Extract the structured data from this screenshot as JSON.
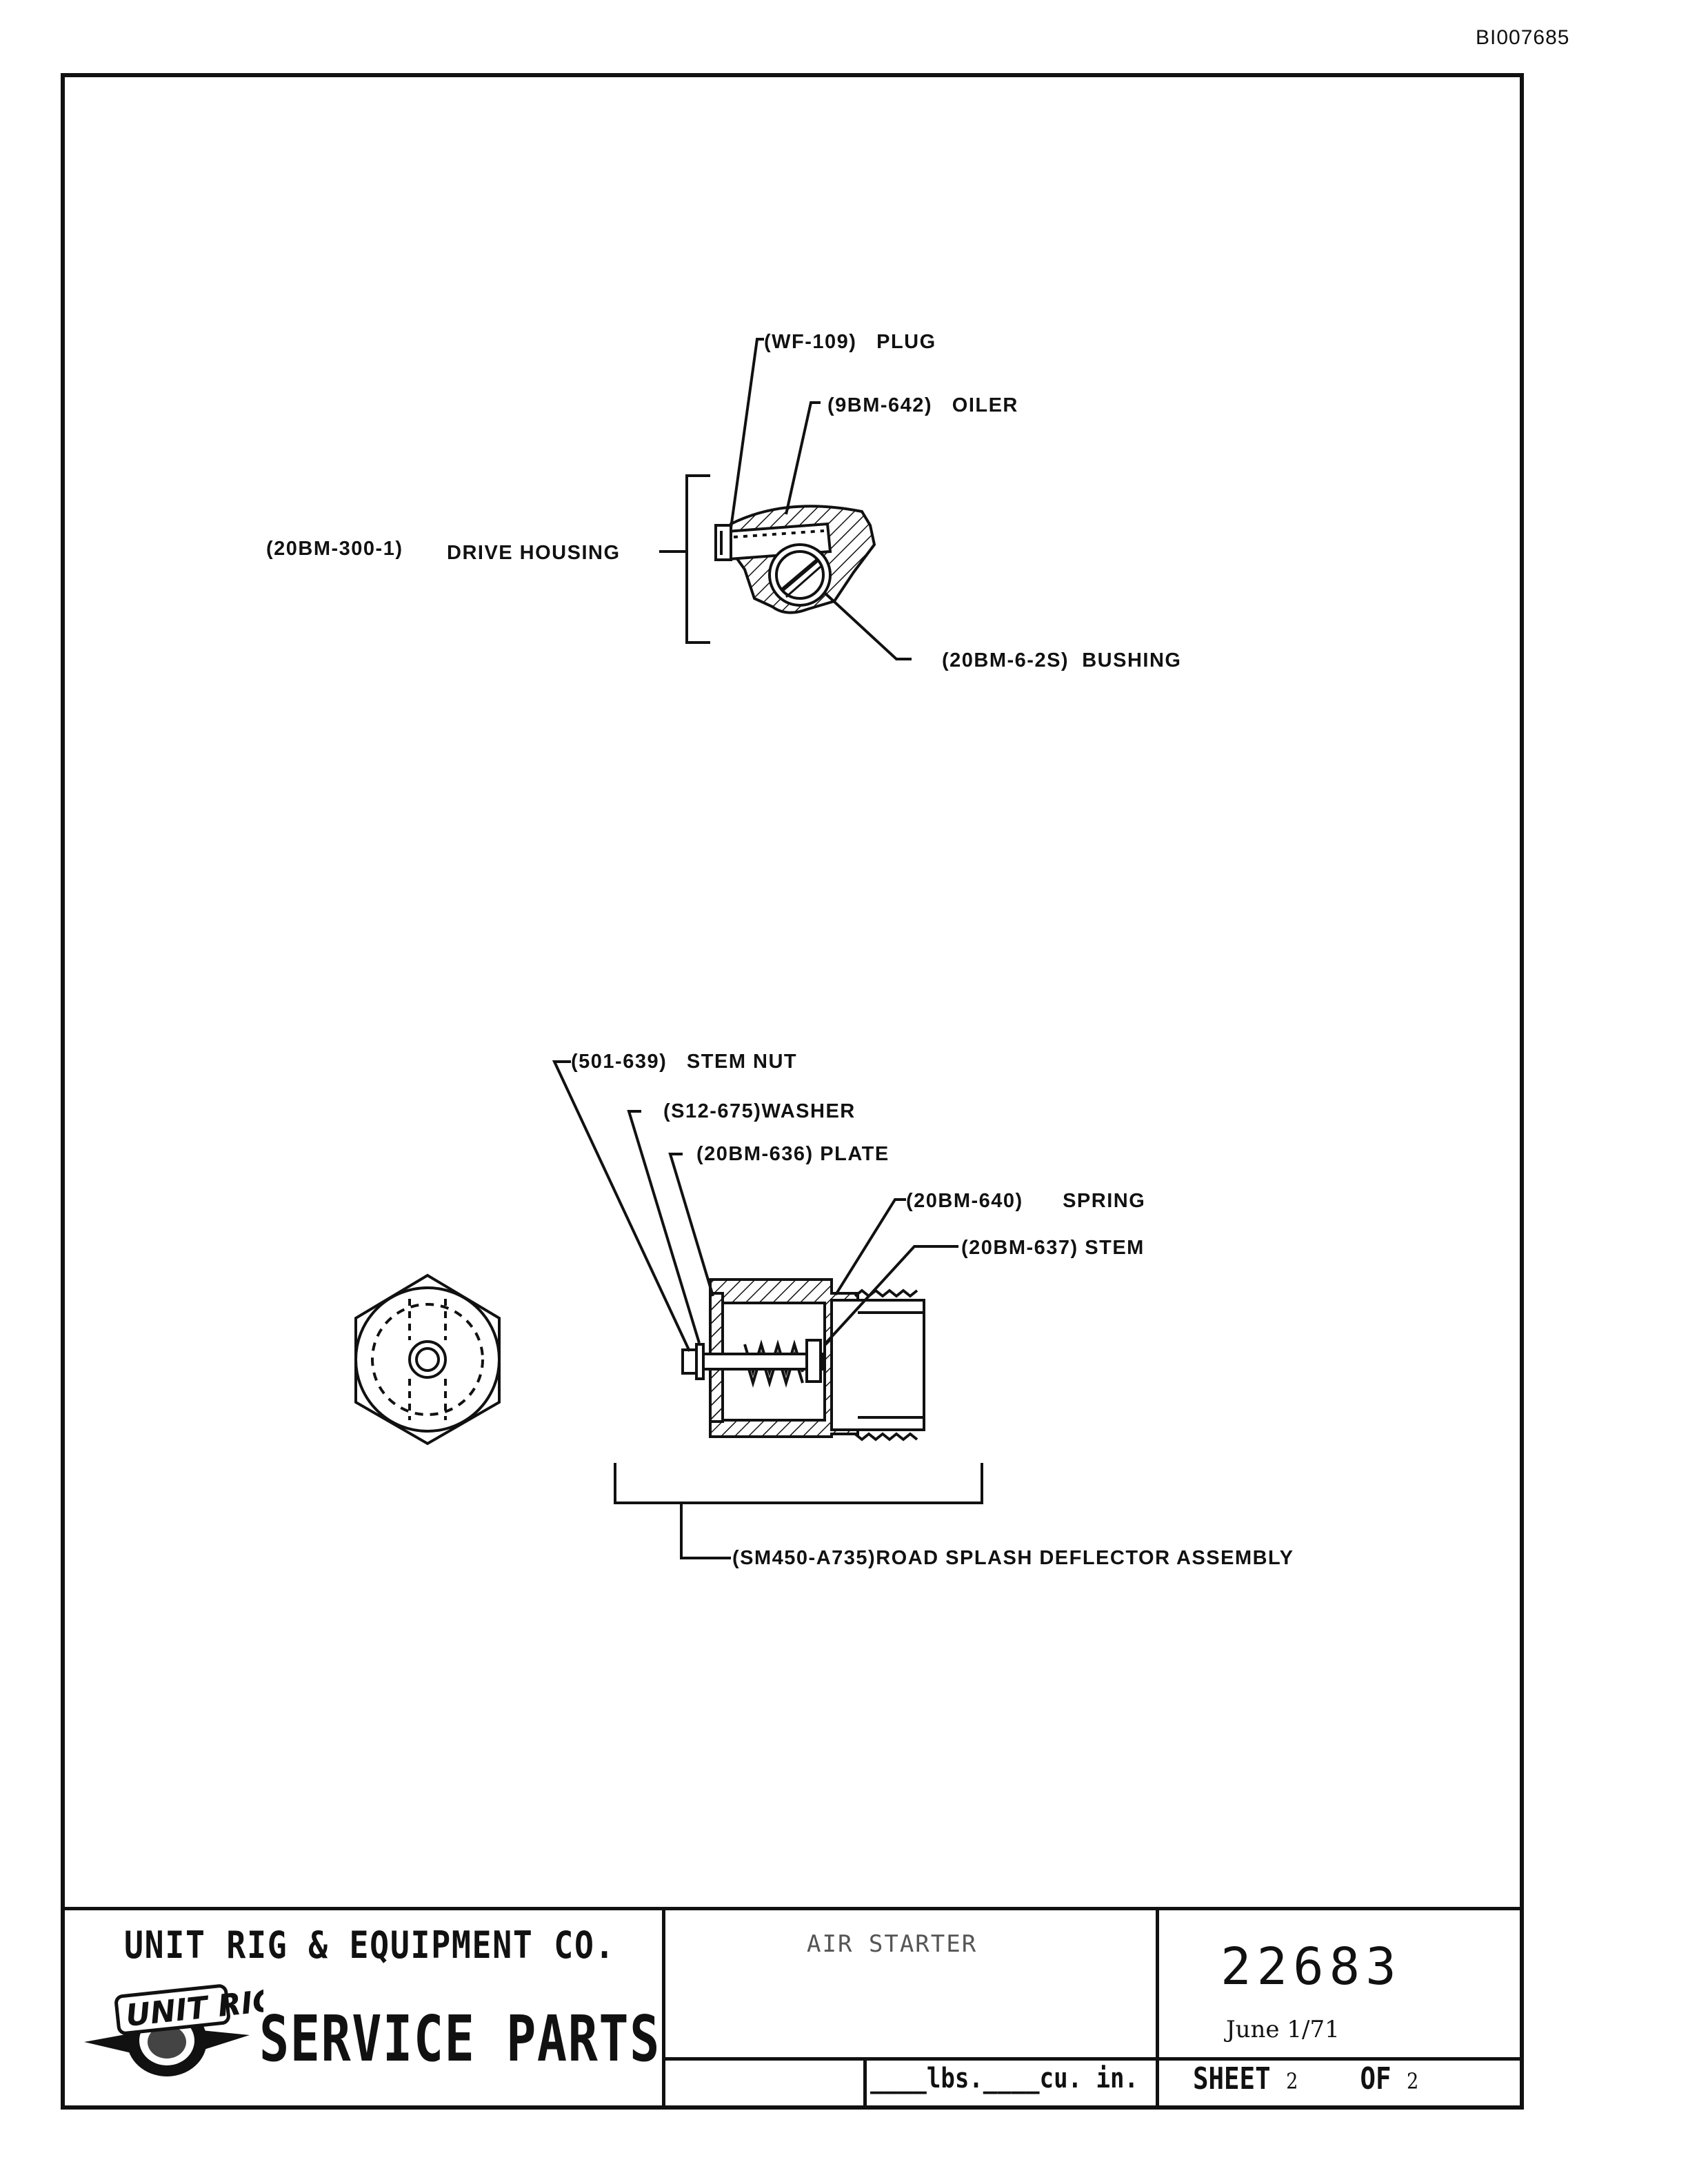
{
  "document": {
    "doc_id": "BI007685"
  },
  "top_drawing": {
    "plug": {
      "part": "(WF-109)",
      "name": "PLUG"
    },
    "oiler": {
      "part": "(9BM-642)",
      "name": "OILER"
    },
    "housing": {
      "part": "(20BM-300-1)",
      "name": "DRIVE HOUSING"
    },
    "bushing": {
      "part": "(20BM-6-2S)",
      "name": "BUSHING"
    }
  },
  "bottom_drawing": {
    "stem_nut": {
      "part": "(501-639)",
      "name": "STEM NUT"
    },
    "washer": {
      "part": "(S12-675)",
      "name": "WASHER"
    },
    "plate": {
      "part": "(20BM-636)",
      "name": "PLATE"
    },
    "spring": {
      "part": "(20BM-640)",
      "name": "SPRING"
    },
    "stem": {
      "part": "(20BM-637)",
      "name": "STEM"
    },
    "assembly": {
      "part": "(SM450-A735)",
      "name": "ROAD SPLASH DEFLECTOR ASSEMBLY"
    }
  },
  "title_block": {
    "company": "UNIT RIG & EQUIPMENT CO.",
    "logo_text": "UNIT RIG",
    "service": "SERVICE PARTS",
    "title": "AIR STARTER",
    "part_number": "22683",
    "date": "June 1/71",
    "weight_label": "____lbs.____cu. in.",
    "sheet_label": "SHEET",
    "sheet_num": "2",
    "of_label": "OF",
    "of_num": "2"
  }
}
